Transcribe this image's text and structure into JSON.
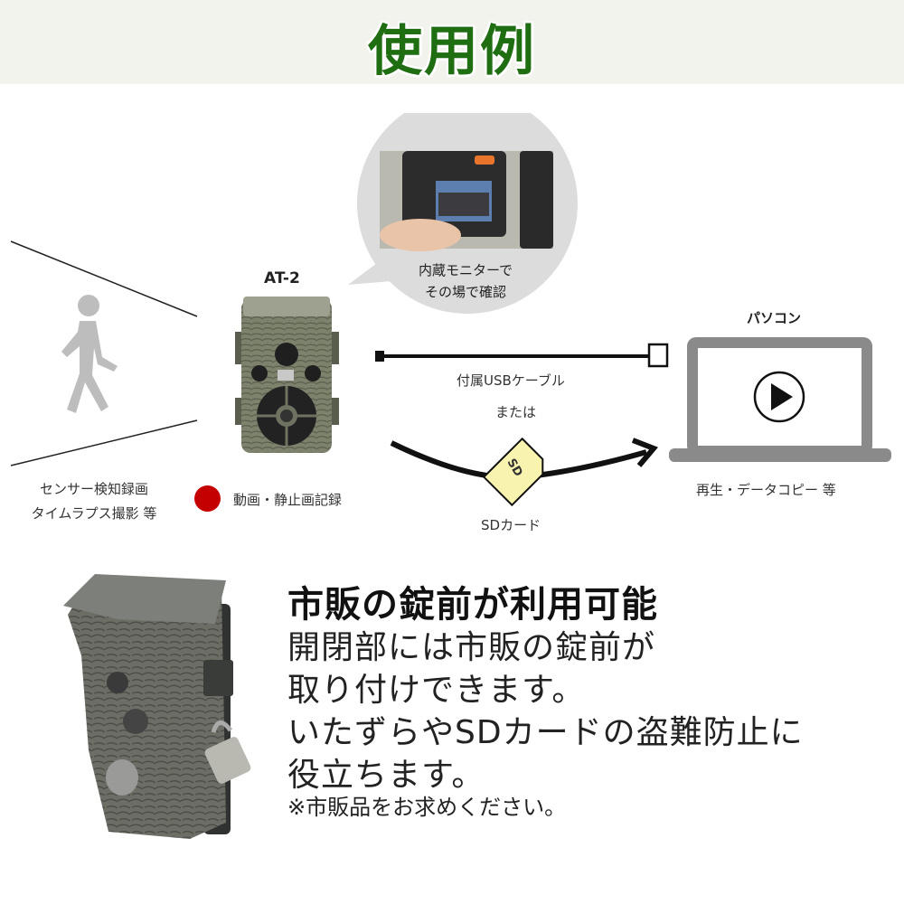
{
  "header": {
    "title": "使用例",
    "title_color": "#1f6e12",
    "band_color": "#f2f3ec"
  },
  "diagram": {
    "camera": {
      "model": "AT-2"
    },
    "sensor": {
      "line1": "センサー検知録画",
      "line2": "タイムラプス撮影 等"
    },
    "record": {
      "label": "動画・静止画記録",
      "dot_color": "#c40000"
    },
    "monitor_bubble": {
      "line1": "内蔵モニターで",
      "line2": "その場で確認"
    },
    "usb": {
      "label": "付属USBケーブル"
    },
    "or_label": "または",
    "sd": {
      "card_text": "SD",
      "label": "SDカード",
      "card_color": "#f8f4b0"
    },
    "pc": {
      "title": "パソコン",
      "caption": "再生・データコピー 等"
    }
  },
  "feature": {
    "title": "市販の錠前が利用可能",
    "lines": [
      "開閉部には市販の錠前が",
      "取り付けできます。",
      "いたずらやSDカードの盗難防止に",
      "役立ちます。"
    ],
    "note": "※市販品をお求めください。"
  }
}
